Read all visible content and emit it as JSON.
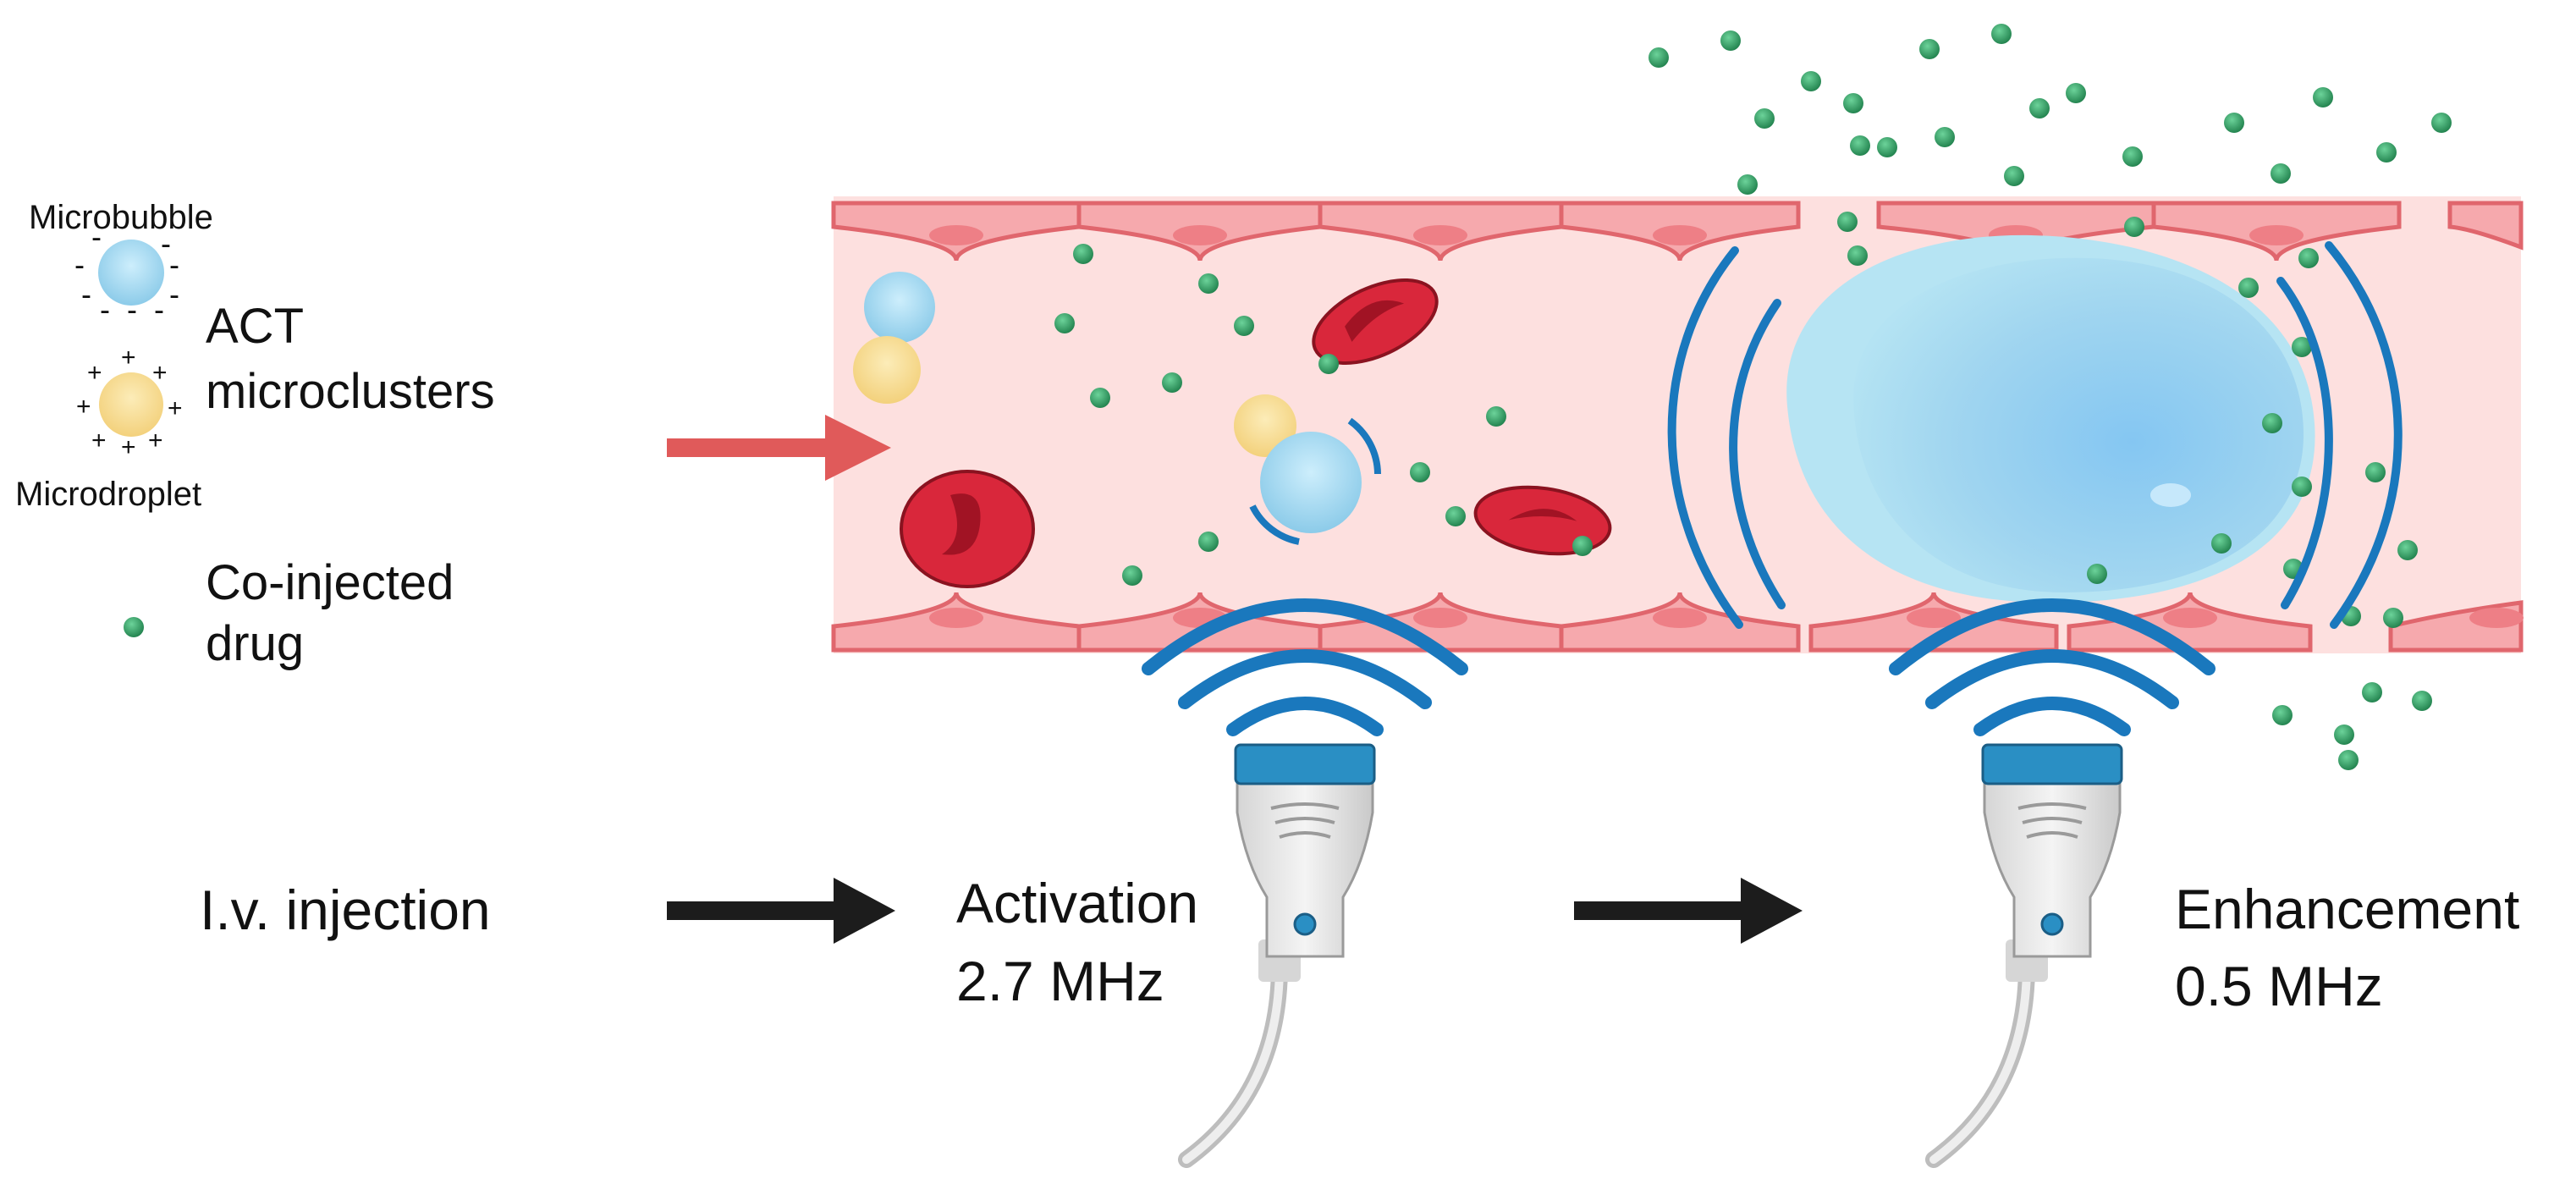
{
  "legend": {
    "microbubble_label": "Microbubble",
    "act_label_line1": "ACT",
    "act_label_line2": "microclusters",
    "microdroplet_label": "Microdroplet",
    "drug_label_line1": "Co-injected",
    "drug_label_line2": "drug",
    "microbubble_charge": "-",
    "microdroplet_charge": "+"
  },
  "steps": {
    "injection": "I.v. injection",
    "activation_line1": "Activation",
    "activation_line2": "2.7 MHz",
    "enhancement_line1": "Enhancement",
    "enhancement_line2": "0.5 MHz"
  },
  "colors": {
    "vessel_lumen": "#fde0df",
    "endothelium": "#f6a9ad",
    "endothelium_edge": "#e0666d",
    "red_blood_cell": "#d9273b",
    "microbubble": "#9fd6f0",
    "microdroplet": "#f7dc93",
    "drug": "#2e9a5e",
    "ultrasound_wave": "#1a78bd",
    "flow_arrow": "#e05a5a",
    "step_arrow": "#1c1c1c",
    "probe_head": "#2a8fc4"
  },
  "icons": {
    "probe": "ultrasound-probe-icon",
    "drug": "drug-particle-icon",
    "rbc": "red-blood-cell-icon"
  }
}
